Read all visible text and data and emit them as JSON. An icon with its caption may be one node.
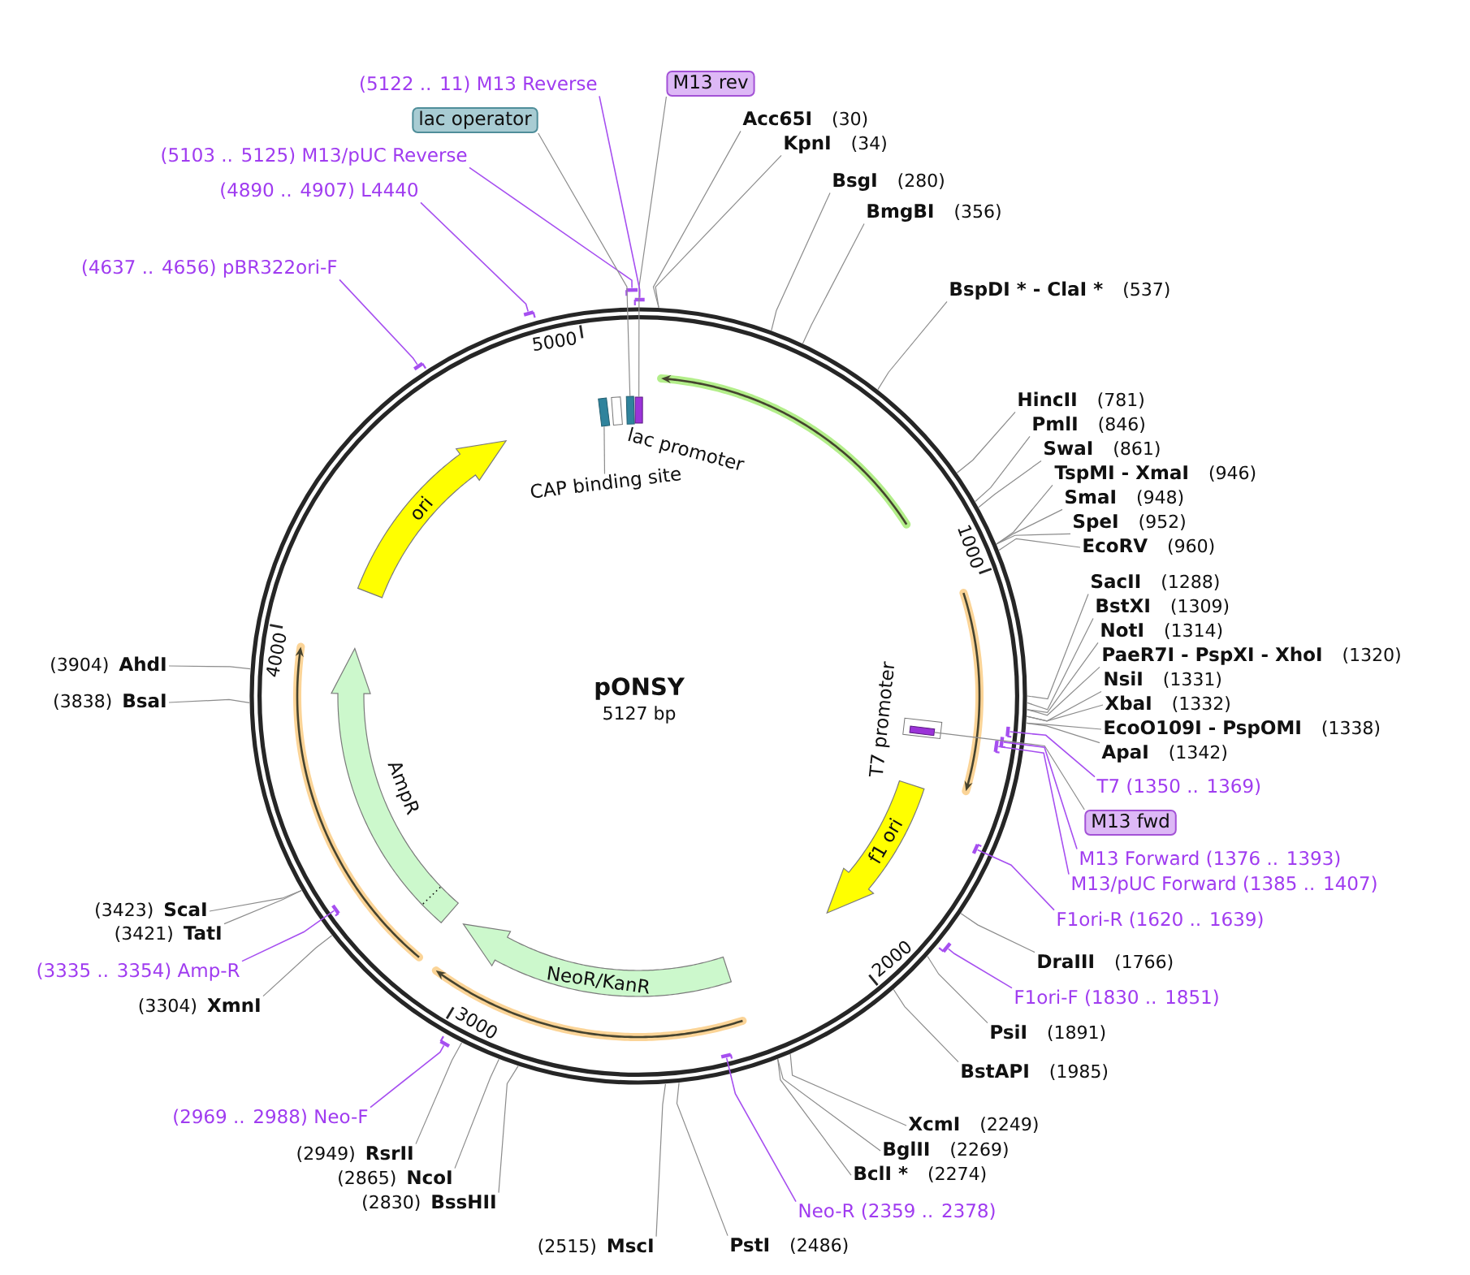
{
  "diagram": {
    "title": "pONSY",
    "nodes": [
      {
        "text": [],
        "shape": "circle"
      },
      {
        "text": [
          "M13 rev"
        ]
      },
      {
        "text": [
          "Acc65I",
          "(30)"
        ]
      },
      {
        "text": [
          "KpnI",
          "(34)"
        ]
      },
      {
        "text": [
          "BsgI",
          "(280)"
        ]
      },
      {
        "text": [
          "BmgBI",
          "(356)"
        ]
      },
      {
        "text": [
          "BspDI * - ClaI *",
          "(537)"
        ]
      },
      {
        "text": [
          "HincII",
          "(781)"
        ]
      },
      {
        "text": [
          "PmlI",
          "(846)"
        ]
      },
      {
        "text": [
          "SwaI",
          "(861)"
        ]
      },
      {
        "text": [
          "TspMI - XmaI",
          "(946)"
        ]
      },
      {
        "text": [
          "SmaI",
          "(948)"
        ]
      },
      {
        "text": [
          "SpeI",
          "(952)"
        ]
      },
      {
        "text": [
          "EcoRV",
          "(960)"
        ]
      },
      {
        "text": [
          "SacII",
          "(1288)"
        ]
      },
      {
        "text": [
          "BstXI",
          "(1309)"
        ]
      },
      {
        "text": [
          "NotI",
          "(1314)"
        ]
      },
      {
        "text": [
          "PaeR7I - PspXI - XhoI",
          "(1320)"
        ]
      },
      {
        "text": [
          "NsiI",
          "(1331)"
        ]
      },
      {
        "text": [
          "XbaI",
          "(1332)"
        ]
      },
      {
        "text": [
          "EcoO109I - PspOMI",
          "(1338)"
        ]
      },
      {
        "text": [
          "ApaI",
          "(1342)"
        ]
      },
      {
        "text": [
          "T7 (1350 .. 1369)"
        ]
      },
      {
        "text": [
          "M13 fwd"
        ]
      },
      {
        "text": [
          "M13 Forward (1376 .. 1393)"
        ]
      },
      {
        "text": [
          "M13/pUC Forward (1385 .. 1407)"
        ]
      },
      {
        "text": [
          "F1ori-R (1620 .. 1639)"
        ]
      },
      {
        "text": [
          "DraIII",
          "(1766)"
        ]
      },
      {
        "text": [
          "F1ori-F (1830 .. 1851)"
        ]
      },
      {
        "text": [
          "PsiI",
          "(1891)"
        ]
      },
      {
        "text": [
          "BstAPI",
          "(1985)"
        ]
      },
      {
        "text": [
          "XcmI",
          "(2249)"
        ]
      },
      {
        "text": [
          "BglII",
          "(2269)"
        ]
      },
      {
        "text": [
          "BclI *",
          "(2274)"
        ]
      },
      {
        "text": [
          "Neo-R (2359 .. 2378)"
        ]
      },
      {
        "text": [
          "PstI",
          "(2486)"
        ]
      },
      {
        "text": [
          "(2515)",
          "MscI"
        ]
      },
      {
        "text": [
          "(2830)",
          "BssHII"
        ]
      },
      {
        "text": [
          "(2865)",
          "NcoI"
        ]
      },
      {
        "text": [
          "(2949)",
          "RsrII"
        ]
      },
      {
        "text": [
          "(2969 .. 2988) Neo-F"
        ]
      },
      {
        "text": [
          "(3304)",
          "XmnI"
        ]
      },
      {
        "text": [
          "(3335 .. 3354) Amp-R"
        ]
      },
      {
        "text": [
          "(3421)",
          "TatI"
        ]
      },
      {
        "text": [
          "(3423)",
          "ScaI"
        ]
      },
      {
        "text": [
          "(3838)",
          "BsaI"
        ]
      },
      {
        "text": [
          "(3904)",
          "AhdI"
        ]
      },
      {
        "text": [
          "(4637 .. 4656) pBR322ori-F"
        ]
      },
      {
        "text": [
          "(4890 .. 4907) L4440"
        ]
      },
      {
        "text": [
          "(5103 .. 5125) M13/pUC Reverse"
        ]
      },
      {
        "text": [
          "lac operator"
        ]
      },
      {
        "text": [
          "(5122 .. 11) M13 Reverse"
        ]
      },
      {
        "text": [],
        "shape": "box",
        "in": 0
      },
      {
        "text": [],
        "shape": "box",
        "beside": [
          "lac promoter"
        ],
        "in": 0
      },
      {
        "text": [],
        "shape": "box",
        "in": 0
      },
      {
        "text": [],
        "shape": "box",
        "in": 0
      },
      {
        "text": [
          "CAP binding site"
        ],
        "in": 0
      },
      {
        "text": [
          "ori"
        ],
        "in": 0
      },
      {
        "text": [],
        "shape": "box",
        "beside": [
          "T7 promoter"
        ],
        "in": 0
      },
      {
        "text": [],
        "shape": "box",
        "in": 58
      },
      {
        "text": [
          "f1 ori"
        ],
        "in": 0
      },
      {
        "text": [
          "NeoR/KanR"
        ],
        "in": 0
      },
      {
        "text": [
          "AmpR"
        ],
        "in": 0
      },
      {
        "text": [],
        "shape": "bar"
      },
      {
        "text": [],
        "shape": "bar"
      },
      {
        "text": [],
        "shape": "bar"
      },
      {
        "text": [],
        "shape": "bar"
      },
      {
        "text": [],
        "shape": "bar",
        "in": 0
      },
      {
        "text": [],
        "shape": "bar",
        "in": 0
      },
      {
        "text": [],
        "shape": "bar",
        "in": 0
      },
      {
        "text": [],
        "shape": "bar",
        "in": 0
      },
      {
        "text": [],
        "shape": "bar",
        "in": 0
      },
      {
        "text": [],
        "shape": "bar"
      },
      {
        "text": [],
        "shape": "bar"
      },
      {
        "text": [],
        "shape": "bar",
        "in": 0
      }
    ],
    "edges": [
      {
        "from": 1,
        "to": 55,
        "arrow": "none"
      },
      {
        "from": 2,
        "to": 0,
        "arrow": "none"
      },
      {
        "from": 3,
        "to": 0,
        "arrow": "none"
      },
      {
        "from": 4,
        "to": 0,
        "arrow": "none"
      },
      {
        "from": 5,
        "to": 0,
        "arrow": "none"
      },
      {
        "from": 6,
        "to": 0,
        "arrow": "none"
      },
      {
        "from": 7,
        "to": 0,
        "arrow": "none"
      },
      {
        "from": 8,
        "to": 0,
        "arrow": "none"
      },
      {
        "from": 9,
        "to": 0,
        "arrow": "none"
      },
      {
        "from": 10,
        "to": 0,
        "arrow": "none"
      },
      {
        "from": 11,
        "to": 0,
        "arrow": "none"
      },
      {
        "from": 12,
        "to": 0,
        "arrow": "none"
      },
      {
        "from": 13,
        "to": 0,
        "arrow": "none"
      },
      {
        "from": 14,
        "to": 0,
        "arrow": "none"
      },
      {
        "from": 15,
        "to": 0,
        "arrow": "none"
      },
      {
        "from": 16,
        "to": 0,
        "arrow": "none"
      },
      {
        "from": 17,
        "to": 0,
        "arrow": "none"
      },
      {
        "from": 18,
        "to": 0,
        "arrow": "none"
      },
      {
        "from": 19,
        "to": 0,
        "arrow": "none"
      },
      {
        "from": 20,
        "to": 0,
        "arrow": "none"
      },
      {
        "from": 21,
        "to": 0,
        "arrow": "none"
      },
      {
        "from": 22,
        "to": 67,
        "arrow": "none",
        "color": "#a64ff0"
      },
      {
        "from": 23,
        "to": 59,
        "arrow": "none"
      },
      {
        "from": 24,
        "to": 68,
        "arrow": "none",
        "color": "#a64ff0"
      },
      {
        "from": 25,
        "to": 69,
        "arrow": "none",
        "color": "#a64ff0"
      },
      {
        "from": 26,
        "to": 70,
        "arrow": "none",
        "color": "#a64ff0"
      },
      {
        "from": 27,
        "to": 0,
        "arrow": "none"
      },
      {
        "from": 28,
        "to": 72,
        "arrow": "none",
        "color": "#a64ff0"
      },
      {
        "from": 29,
        "to": 0,
        "arrow": "none"
      },
      {
        "from": 30,
        "to": 0,
        "arrow": "none"
      },
      {
        "from": 31,
        "to": 0,
        "arrow": "none"
      },
      {
        "from": 32,
        "to": 0,
        "arrow": "none"
      },
      {
        "from": 33,
        "to": 0,
        "arrow": "none"
      },
      {
        "from": 34,
        "to": 74,
        "arrow": "none",
        "color": "#a64ff0"
      },
      {
        "from": 35,
        "to": 0,
        "arrow": "none"
      },
      {
        "from": 36,
        "to": 0,
        "arrow": "none"
      },
      {
        "from": 37,
        "to": 0,
        "arrow": "none"
      },
      {
        "from": 38,
        "to": 0,
        "arrow": "none"
      },
      {
        "from": 39,
        "to": 0,
        "arrow": "none"
      },
      {
        "from": 40,
        "to": 73,
        "arrow": "none",
        "color": "#a64ff0"
      },
      {
        "from": 41,
        "to": 0,
        "arrow": "none"
      },
      {
        "from": 42,
        "to": 71,
        "arrow": "none",
        "color": "#a64ff0"
      },
      {
        "from": 43,
        "to": 0,
        "arrow": "none"
      },
      {
        "from": 44,
        "to": 0,
        "arrow": "none"
      },
      {
        "from": 45,
        "to": 0,
        "arrow": "none"
      },
      {
        "from": 46,
        "to": 0,
        "arrow": "none"
      },
      {
        "from": 47,
        "to": 66,
        "arrow": "none",
        "color": "#a64ff0"
      },
      {
        "from": 48,
        "to": 65,
        "arrow": "none",
        "color": "#a64ff0"
      },
      {
        "from": 49,
        "to": 63,
        "arrow": "none",
        "color": "#a64ff0"
      },
      {
        "from": 50,
        "to": 54,
        "arrow": "none"
      },
      {
        "from": 51,
        "to": 64,
        "arrow": "none",
        "color": "#a64ff0"
      },
      {
        "from": 56,
        "to": 52,
        "arrow": "none"
      }
    ],
    "labels": [
      "5127 bp",
      "1000",
      "2000",
      "3000",
      "4000",
      "5000"
    ]
  }
}
